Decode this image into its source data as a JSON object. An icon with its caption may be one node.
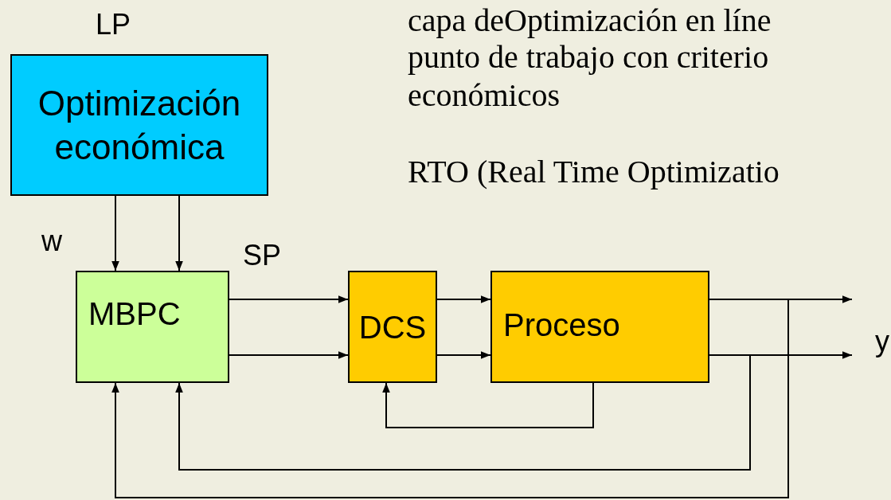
{
  "diagram": {
    "nodes": [
      {
        "text": [
          "Optimización económica"
        ]
      },
      {
        "text": [
          "MBPC"
        ]
      },
      {
        "text": [
          "DCS"
        ]
      },
      {
        "text": [
          "Proceso"
        ]
      }
    ],
    "edges": [
      {
        "from": 0,
        "to": 1,
        "arrow": "to"
      },
      {
        "from": 0,
        "to": 1,
        "arrow": "to"
      },
      {
        "from": 1,
        "to": 2,
        "arrow": "to"
      },
      {
        "from": 1,
        "to": 2,
        "arrow": "to"
      },
      {
        "from": 2,
        "to": 3,
        "arrow": "to"
      },
      {
        "from": 2,
        "to": 3,
        "arrow": "to"
      },
      {
        "from": 3,
        "to": null,
        "arrow": "to"
      },
      {
        "from": 3,
        "to": null,
        "arrow": "to"
      },
      {
        "from": 3,
        "to": 2,
        "arrow": "to"
      },
      {
        "from": 3,
        "to": 1,
        "arrow": "to"
      },
      {
        "from": 3,
        "to": 1,
        "arrow": "to"
      }
    ],
    "labels": [
      "capa deOptimización en líne",
      "LP",
      "punto de trabajo con criterio",
      "económicos",
      "RTO (Real Time Optimizatio",
      "w",
      "SP",
      "y"
    ]
  }
}
